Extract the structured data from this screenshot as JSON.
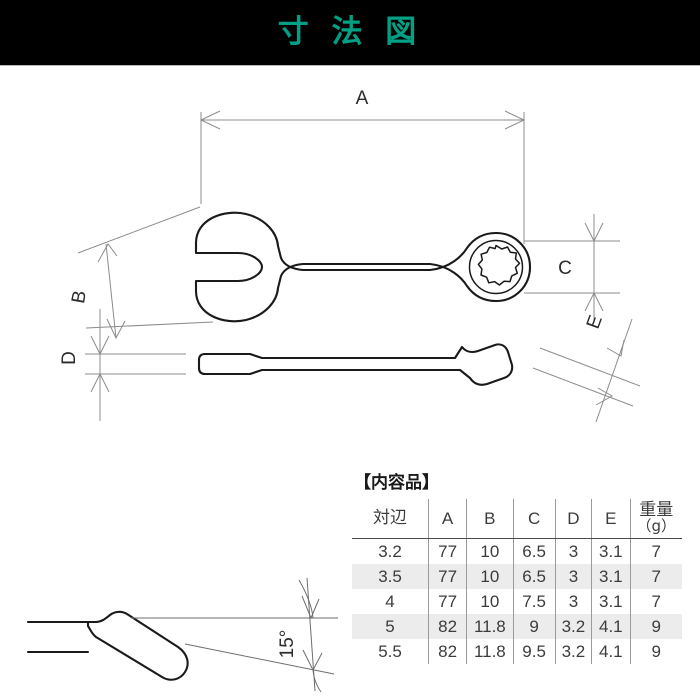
{
  "header": {
    "title": "寸 法 図",
    "accent_color": "#00a085",
    "background_color": "#000000"
  },
  "diagram": {
    "top_view": {
      "name": "combination-wrench-top-view",
      "dimension_labels": {
        "a": "A",
        "b": "B",
        "c": "C"
      }
    },
    "side_view": {
      "name": "combination-wrench-side-view",
      "dimension_labels": {
        "d": "D",
        "e": "E"
      }
    },
    "angle_view": {
      "name": "open-end-angle-detail",
      "angle_label": "15°"
    }
  },
  "parts": {
    "caption": "【内容品】",
    "columns": [
      "対辺",
      "A",
      "B",
      "C",
      "D",
      "E",
      "重量"
    ],
    "weight_unit": "（g）",
    "rows": [
      {
        "across_flats": "3.2",
        "a": "77",
        "b": "10",
        "c": "6.5",
        "d": "3",
        "e": "3.1",
        "weight": "7"
      },
      {
        "across_flats": "3.5",
        "a": "77",
        "b": "10",
        "c": "6.5",
        "d": "3",
        "e": "3.1",
        "weight": "7"
      },
      {
        "across_flats": "4",
        "a": "77",
        "b": "10",
        "c": "7.5",
        "d": "3",
        "e": "3.1",
        "weight": "7"
      },
      {
        "across_flats": "5",
        "a": "82",
        "b": "11.8",
        "c": "9",
        "d": "3.2",
        "e": "4.1",
        "weight": "9"
      },
      {
        "across_flats": "5.5",
        "a": "82",
        "b": "11.8",
        "c": "9.5",
        "d": "3.2",
        "e": "4.1",
        "weight": "9"
      }
    ]
  }
}
